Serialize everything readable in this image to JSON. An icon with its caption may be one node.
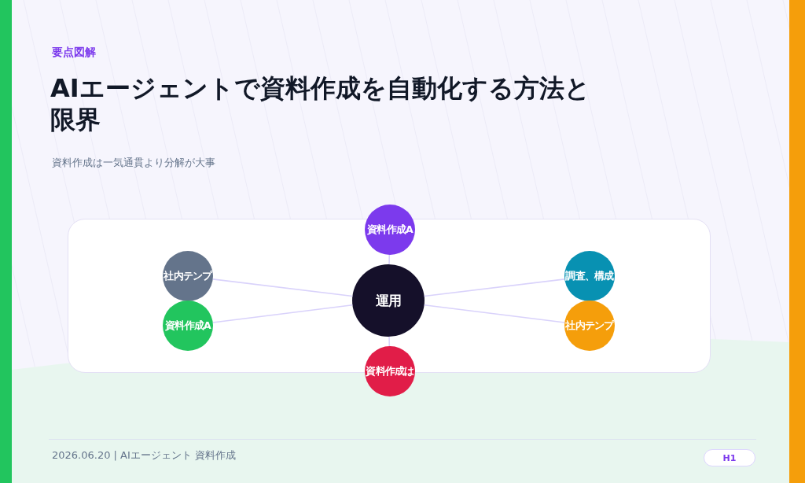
{
  "diagram": {
    "title": "AIエージェントで資料作成を自動化する方法と限界",
    "nodes": [
      {
        "text": [
          "運用"
        ]
      },
      {
        "text": [
          "資料作成A"
        ]
      },
      {
        "text": [
          "社内テンプ"
        ]
      },
      {
        "text": [
          "資料作成A"
        ]
      },
      {
        "text": [
          "調査、構成"
        ]
      },
      {
        "text": [
          "社内テンプ"
        ]
      },
      {
        "text": [
          "資料作成は"
        ]
      }
    ],
    "edges": [
      {
        "from": 0,
        "to": 1,
        "arrow": "none"
      },
      {
        "from": 0,
        "to": 2,
        "arrow": "none"
      },
      {
        "from": 0,
        "to": 3,
        "arrow": "none"
      },
      {
        "from": 0,
        "to": 4,
        "arrow": "none"
      },
      {
        "from": 0,
        "to": 5,
        "arrow": "none"
      },
      {
        "from": 0,
        "to": 6,
        "arrow": "none"
      }
    ],
    "labels": [
      "要点図解",
      "資料作成は一気通貫より分解が大事",
      "2026.06.20 | AIエージェント 資料作成",
      "H1"
    ]
  }
}
